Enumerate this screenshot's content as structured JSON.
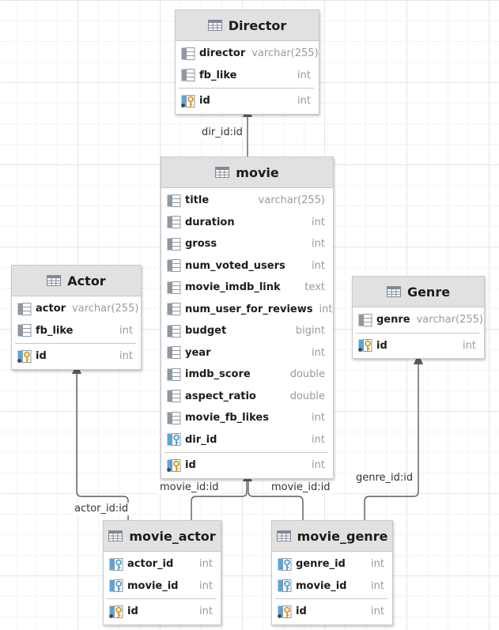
{
  "tables": {
    "director": {
      "name": "Director",
      "columns": [
        {
          "name": "director",
          "type": "varchar(255)",
          "icon": "column-icon"
        },
        {
          "name": "fb_like",
          "type": "int",
          "icon": "column-icon"
        }
      ],
      "keys": [
        {
          "name": "id",
          "type": "int",
          "icon": "primary-key-icon"
        }
      ]
    },
    "movie": {
      "name": "movie",
      "columns": [
        {
          "name": "title",
          "type": "varchar(255)",
          "icon": "column-icon"
        },
        {
          "name": "duration",
          "type": "int",
          "icon": "column-icon"
        },
        {
          "name": "gross",
          "type": "int",
          "icon": "column-icon"
        },
        {
          "name": "num_voted_users",
          "type": "int",
          "icon": "column-icon"
        },
        {
          "name": "movie_imdb_link",
          "type": "text",
          "icon": "column-icon"
        },
        {
          "name": "num_user_for_reviews",
          "type": "int",
          "icon": "column-icon"
        },
        {
          "name": "budget",
          "type": "bigint",
          "icon": "column-icon"
        },
        {
          "name": "year",
          "type": "int",
          "icon": "column-icon"
        },
        {
          "name": "imdb_score",
          "type": "double",
          "icon": "column-icon"
        },
        {
          "name": "aspect_ratio",
          "type": "double",
          "icon": "column-icon"
        },
        {
          "name": "movie_fb_likes",
          "type": "int",
          "icon": "column-icon"
        },
        {
          "name": "dir_id",
          "type": "int",
          "icon": "foreign-key-icon"
        }
      ],
      "keys": [
        {
          "name": "id",
          "type": "int",
          "icon": "primary-key-icon"
        }
      ]
    },
    "actor": {
      "name": "Actor",
      "columns": [
        {
          "name": "actor",
          "type": "varchar(255)",
          "icon": "column-icon"
        },
        {
          "name": "fb_like",
          "type": "int",
          "icon": "column-icon"
        }
      ],
      "keys": [
        {
          "name": "id",
          "type": "int",
          "icon": "primary-key-icon"
        }
      ]
    },
    "genre": {
      "name": "Genre",
      "columns": [
        {
          "name": "genre",
          "type": "varchar(255)",
          "icon": "column-icon"
        }
      ],
      "keys": [
        {
          "name": "id",
          "type": "int",
          "icon": "primary-key-icon"
        }
      ]
    },
    "movie_actor": {
      "name": "movie_actor",
      "columns": [
        {
          "name": "actor_id",
          "type": "int",
          "icon": "foreign-key-icon"
        },
        {
          "name": "movie_id",
          "type": "int",
          "icon": "foreign-key-icon"
        }
      ],
      "keys": [
        {
          "name": "id",
          "type": "int",
          "icon": "primary-key-icon"
        }
      ]
    },
    "movie_genre": {
      "name": "movie_genre",
      "columns": [
        {
          "name": "genre_id",
          "type": "int",
          "icon": "foreign-key-icon"
        },
        {
          "name": "movie_id",
          "type": "int",
          "icon": "foreign-key-icon"
        }
      ],
      "keys": [
        {
          "name": "id",
          "type": "int",
          "icon": "primary-key-icon"
        }
      ]
    }
  },
  "relations": {
    "movie_director": "dir_id:id",
    "actor_movie_actor": "actor_id:id",
    "movie_actor_movie": "movie_id:id",
    "movie_genre_movie": "movie_id:id",
    "genre_movie_genre": "genre_id:id"
  }
}
